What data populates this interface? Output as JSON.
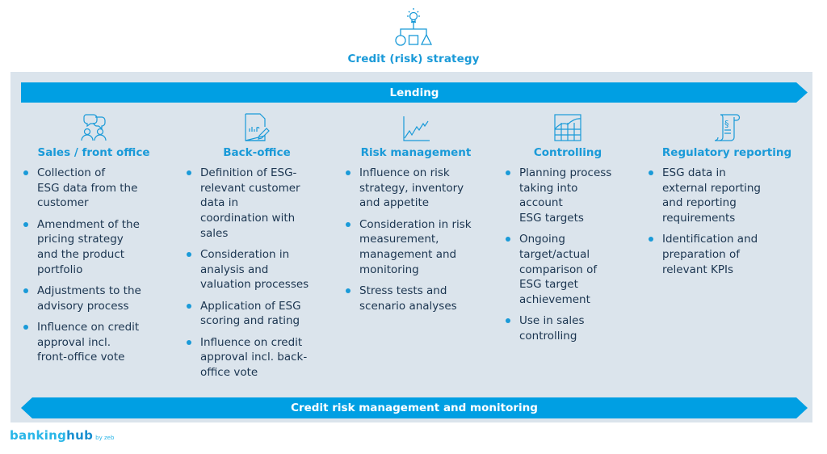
{
  "header": {
    "icon": "strategy-lightbulb-shapes-icon",
    "title": "Credit (risk) strategy"
  },
  "arrows": {
    "top_label": "Lending",
    "bottom_label": "Credit risk management and monitoring"
  },
  "columns": [
    {
      "icon": "chat-people-icon",
      "title": "Sales / front office",
      "items": [
        [
          "Collection of",
          "ESG data from the",
          "customer"
        ],
        [
          "Amendment of the",
          "pricing strategy",
          "and the product",
          "portfolio"
        ],
        [
          "Adjustments to the",
          "advisory process"
        ],
        [
          "Influence on credit",
          "approval incl.",
          "front-office vote"
        ]
      ]
    },
    {
      "icon": "document-chart-pen-icon",
      "title": "Back-office",
      "items": [
        [
          "Definition of ESG-",
          "relevant customer",
          "data in",
          "coordination with",
          "sales"
        ],
        [
          "Consideration in",
          "analysis and",
          "valuation processes"
        ],
        [
          "Application of ESG",
          "scoring and rating"
        ],
        [
          "Influence on credit",
          "approval incl. back-",
          "office vote"
        ]
      ]
    },
    {
      "icon": "line-chart-icon",
      "title": "Risk management",
      "items": [
        [
          "Influence on risk",
          "strategy, inventory",
          "and appetite"
        ],
        [
          "Consideration in risk",
          "measurement,",
          "management and",
          "monitoring"
        ],
        [
          "Stress tests and",
          "scenario analyses"
        ]
      ]
    },
    {
      "icon": "spreadsheet-chart-icon",
      "title": "Controlling",
      "items": [
        [
          "Planning process",
          "taking into",
          "account",
          "ESG targets"
        ],
        [
          "Ongoing",
          "target/actual",
          "comparison of",
          "ESG target",
          "achievement"
        ],
        [
          "Use in sales",
          "controlling"
        ]
      ]
    },
    {
      "icon": "paragraph-scroll-icon",
      "title": "Regulatory reporting",
      "items": [
        [
          "ESG data in",
          "external reporting",
          "and reporting",
          "requirements"
        ],
        [
          "Identification and",
          "preparation of",
          "relevant KPIs"
        ]
      ]
    }
  ],
  "footer": {
    "logo_part1": "banking",
    "logo_part2": "hub",
    "logo_suffix": "by zeb"
  },
  "colors": {
    "accent": "#009fe3",
    "heading": "#1a9ad8",
    "panel": "#dbe4ec",
    "text": "#1b3550"
  }
}
